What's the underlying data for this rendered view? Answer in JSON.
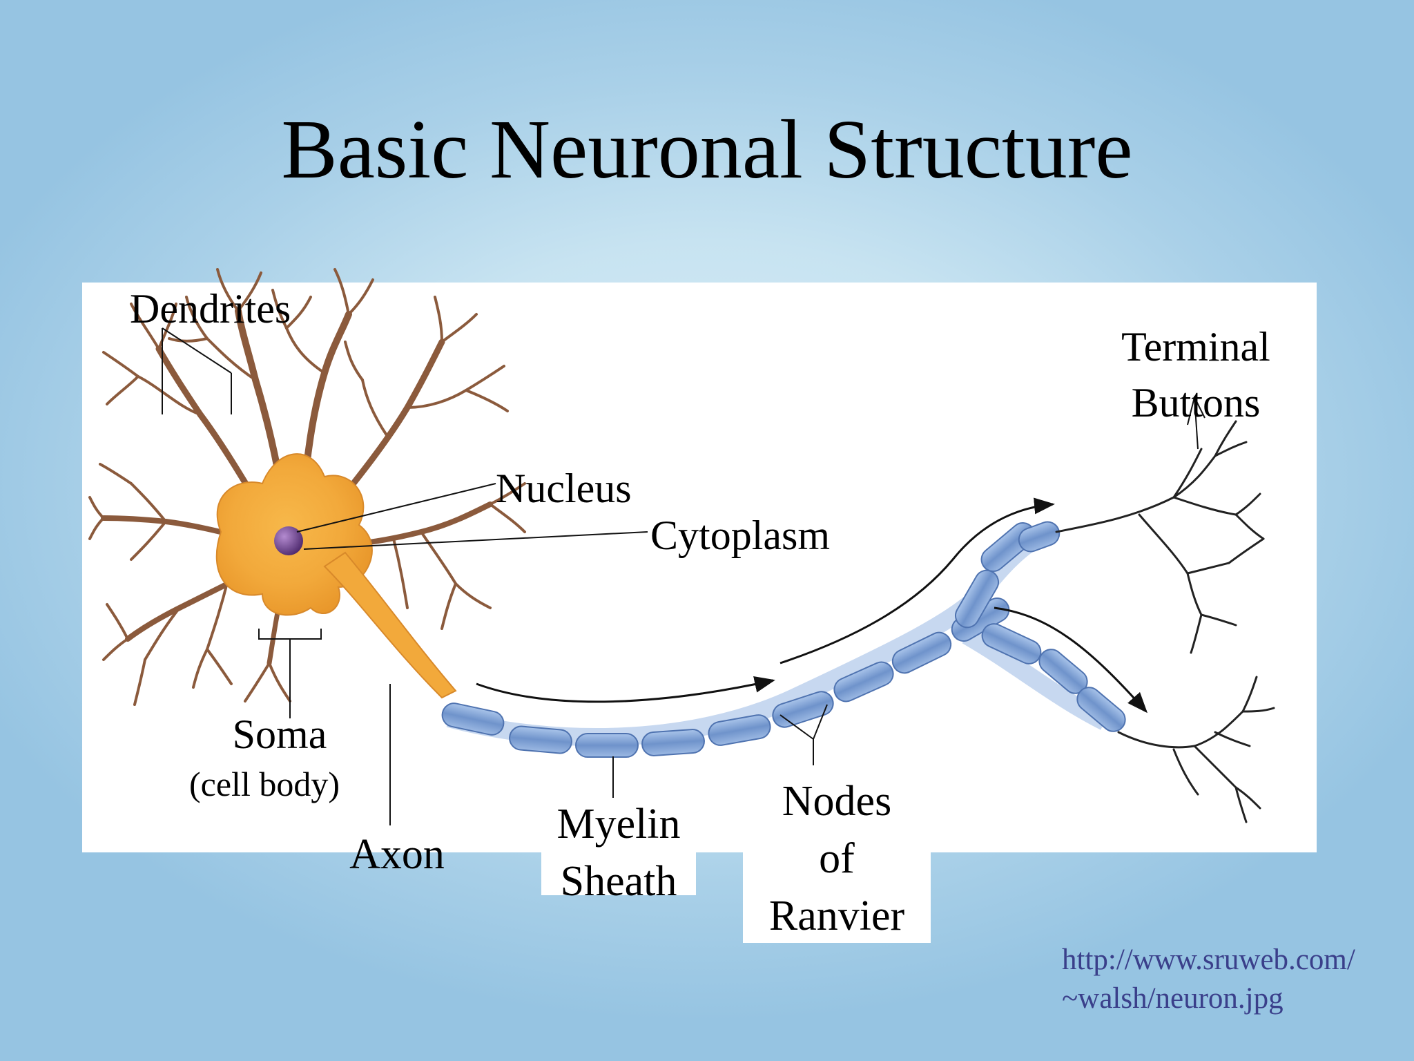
{
  "title": "Basic Neuronal Structure",
  "labels": {
    "dendrites": "Dendrites",
    "nucleus": "Nucleus",
    "cytoplasm": "Cytoplasm",
    "terminal_1": "Terminal",
    "terminal_2": "Buttons",
    "soma": "Soma",
    "cell_body": "(cell body)",
    "axon": "Axon",
    "myelin_1": "Myelin",
    "myelin_2": "Sheath",
    "nodes_1": "Nodes",
    "nodes_2": "of",
    "nodes_3": "Ranvier"
  },
  "source": {
    "line1": "http://www.sruweb.com/",
    "line2": "~walsh/neuron.jpg"
  },
  "colors": {
    "background": "#a9d0e8",
    "soma": "#f2a93b",
    "dendrite": "#8b5a3c",
    "myelin": "#7fa3d6",
    "nucleus": "#6b3f8f",
    "link": "#3a3f8a"
  }
}
